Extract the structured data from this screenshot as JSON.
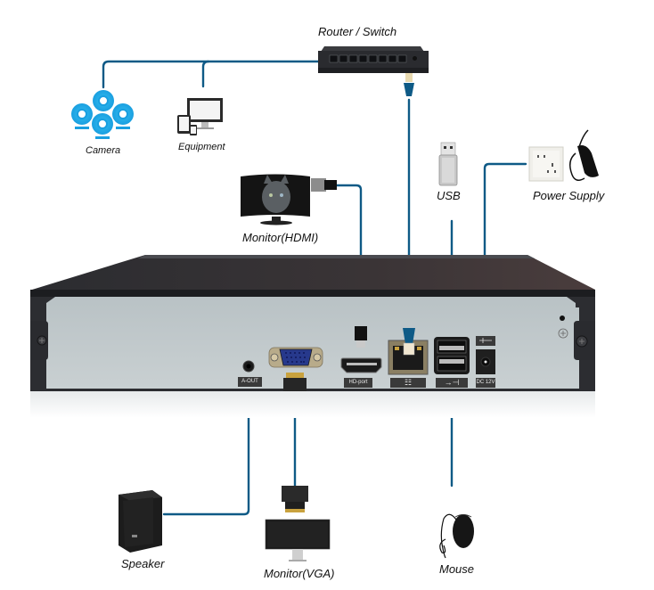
{
  "diagram": {
    "cable_color": "#0e5a86",
    "nvr_panel_color": "#c3cbce",
    "nvr_body_color": "#2e2f33",
    "devices": {
      "router": {
        "label": "Router / Switch"
      },
      "camera": {
        "label": "Camera"
      },
      "equipment": {
        "label": "Equipment"
      },
      "monitor_hdmi": {
        "label": "Monitor(HDMI)"
      },
      "usb": {
        "label": "USB"
      },
      "power_supply": {
        "label": "Power Supply"
      },
      "speaker": {
        "label": "Speaker"
      },
      "monitor_vga": {
        "label": "Monitor(VGA)"
      },
      "mouse": {
        "label": "Mouse"
      }
    },
    "ports": {
      "audio_out": "A-OUT",
      "hdmi": "HD-port",
      "lan": "LAN-icon",
      "usb": "USB-icon",
      "dc": "DC 12V"
    }
  }
}
